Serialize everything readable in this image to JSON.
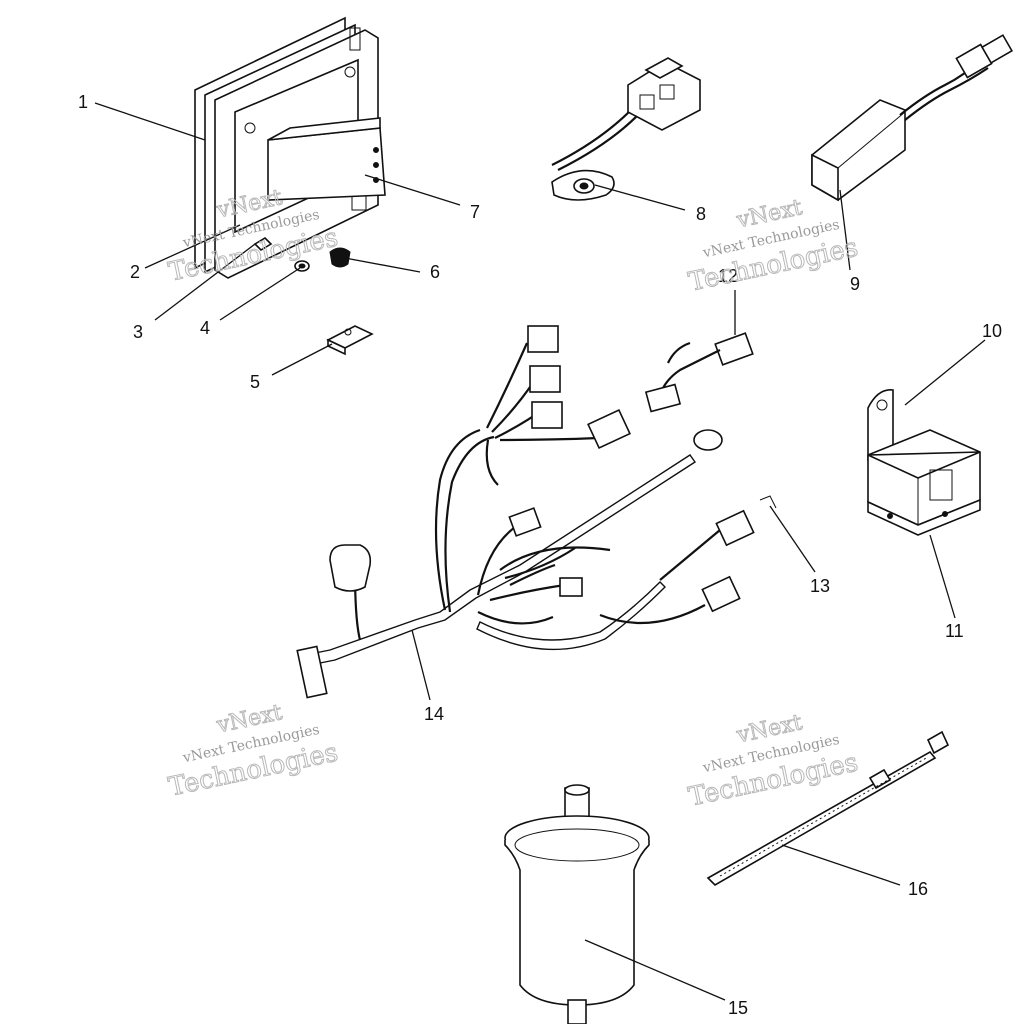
{
  "diagram": {
    "callouts": [
      "1",
      "2",
      "3",
      "4",
      "5",
      "6",
      "7",
      "8",
      "9",
      "10",
      "11",
      "12",
      "13",
      "14",
      "15",
      "16"
    ],
    "watermark": {
      "line1": "vNext",
      "line2": "vNext Technologies",
      "line3": "Technologies"
    }
  }
}
